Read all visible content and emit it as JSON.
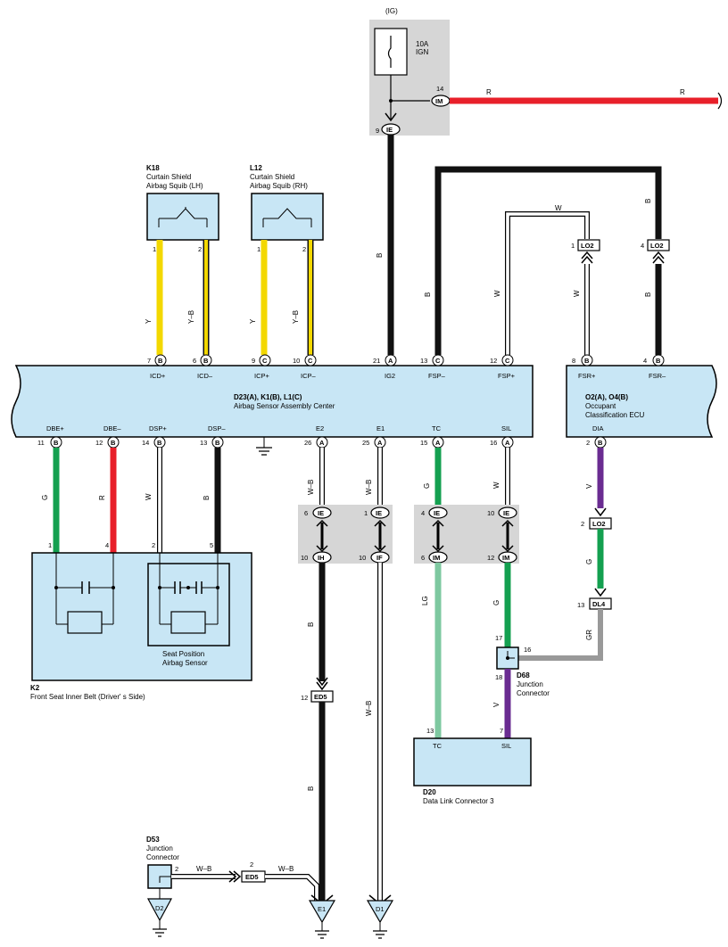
{
  "power": {
    "ig": "(IG)",
    "fuse_amp": "10A",
    "fuse_name": "IGN"
  },
  "wire_colors": {
    "R": "#e8202a",
    "B": "#111111",
    "Y": "#f3d800",
    "G": "#14a050",
    "LG": "#7ec8a0",
    "V": "#6a2c91",
    "GR": "#999999",
    "W": "#ffffff"
  },
  "components": {
    "k18": {
      "code": "K18",
      "line1": "Curtain Shield",
      "line2": "Airbag Squib (LH)"
    },
    "l12": {
      "code": "L12",
      "line1": "Curtain Shield",
      "line2": "Airbag Squib (RH)"
    },
    "d23": {
      "code": "D23(A), K1(B), L1(C)",
      "name": "Airbag Sensor Assembly Center"
    },
    "o2": {
      "code": "O2(A), O4(B)",
      "line1": "Occupant",
      "line2": "Classification ECU"
    },
    "k2": {
      "code": "K2",
      "name": "Front Seat Inner Belt (Driver' s Side)",
      "sub1": "Seat Position",
      "sub2": "Airbag Sensor"
    },
    "d68": {
      "code": "D68",
      "line1": "Junction",
      "line2": "Connector"
    },
    "d20": {
      "code": "D20",
      "name": "Data Link Connector 3"
    },
    "d53": {
      "code": "D53",
      "line1": "Junction",
      "line2": "Connector"
    }
  },
  "pins": {
    "top": [
      "ICD+",
      "ICD–",
      "ICP+",
      "ICP–",
      "IG2",
      "FSP–",
      "FSP+"
    ],
    "bottom": [
      "DBE+",
      "DBE–",
      "DSP+",
      "DSP–",
      "E2",
      "E1",
      "TC",
      "SIL"
    ],
    "o2_top": [
      "FSR+",
      "FSR–"
    ],
    "o2_bottom": "DIA",
    "d20": [
      "TC",
      "SIL"
    ]
  },
  "connectors": {
    "IM": "IM",
    "IE": "IE",
    "IH": "IH",
    "IF": "IF",
    "LO2": "LO2",
    "DL4": "DL4",
    "ED5": "ED5"
  },
  "grounds": {
    "d2": "D2",
    "e1": "E1",
    "d1": "D1"
  }
}
